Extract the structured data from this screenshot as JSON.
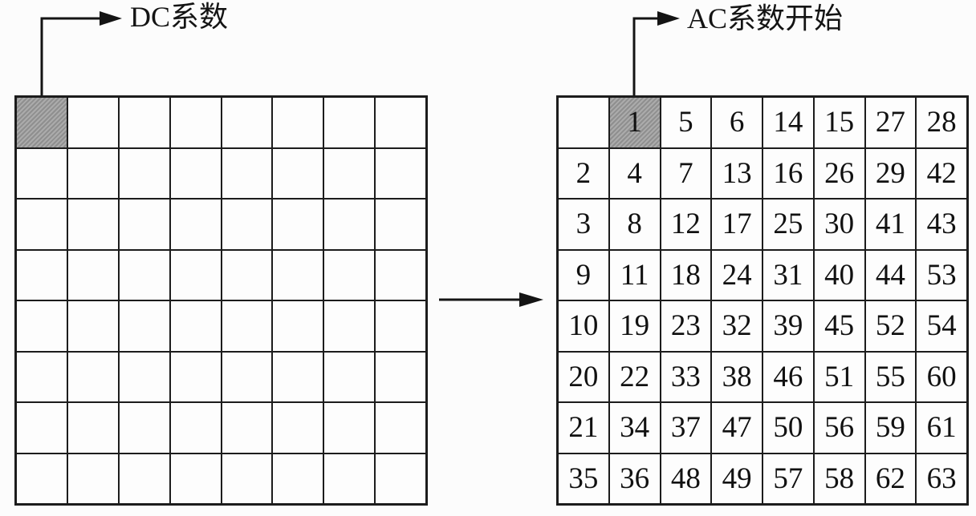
{
  "diagram": {
    "title_hint": "JPEG 8x8 block zigzag scan order",
    "colors": {
      "line": "#1c1c1c",
      "shade_dark": "#8f8f8f",
      "shade_light": "#ababab",
      "background": "#fcfcfc"
    },
    "dc_callout": {
      "label": "DC系数"
    },
    "ac_callout": {
      "label": "AC系数开始"
    },
    "left_grid": {
      "rows": 8,
      "cols": 8,
      "shaded_cell": {
        "row": 0,
        "col": 0
      }
    },
    "right_grid": {
      "shaded_cell": {
        "row": 0,
        "col": 1
      },
      "rows": [
        [
          "",
          "1",
          "5",
          "6",
          "14",
          "15",
          "27",
          "28"
        ],
        [
          "2",
          "4",
          "7",
          "13",
          "16",
          "26",
          "29",
          "42"
        ],
        [
          "3",
          "8",
          "12",
          "17",
          "25",
          "30",
          "41",
          "43"
        ],
        [
          "9",
          "11",
          "18",
          "24",
          "31",
          "40",
          "44",
          "53"
        ],
        [
          "10",
          "19",
          "23",
          "32",
          "39",
          "45",
          "52",
          "54"
        ],
        [
          "20",
          "22",
          "33",
          "38",
          "46",
          "51",
          "55",
          "60"
        ],
        [
          "21",
          "34",
          "37",
          "47",
          "50",
          "56",
          "59",
          "61"
        ],
        [
          "35",
          "36",
          "48",
          "49",
          "57",
          "58",
          "62",
          "63"
        ]
      ]
    }
  }
}
